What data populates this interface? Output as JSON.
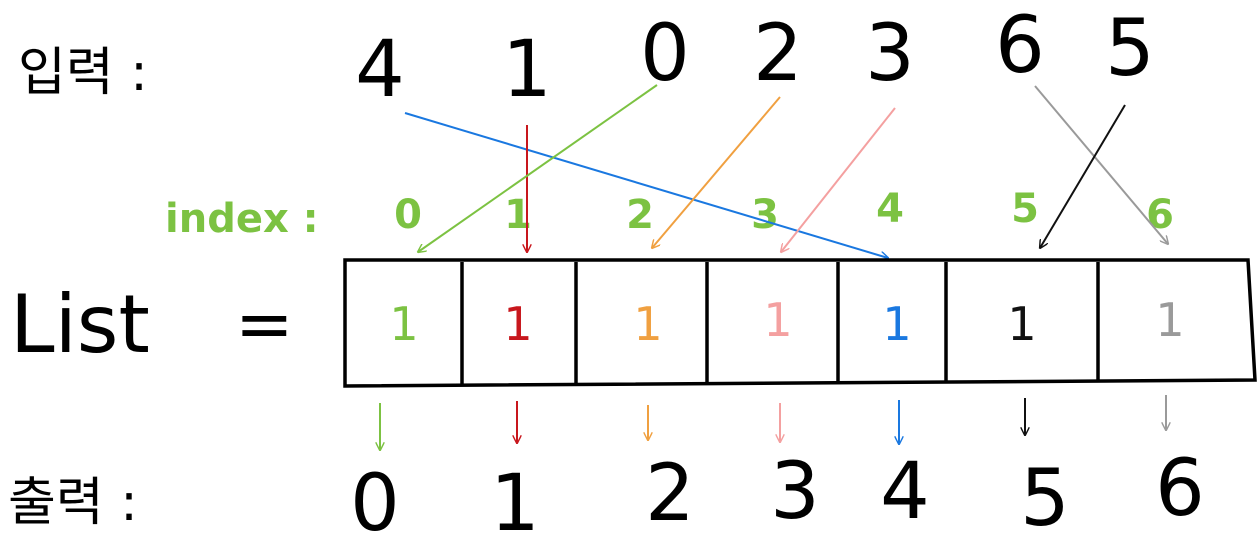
{
  "labels": {
    "input": "입력 :",
    "index": "index :",
    "list": "List",
    "equals": "=",
    "output": "출력 :"
  },
  "input_values": [
    "4",
    "1",
    "0",
    "2",
    "3",
    "6",
    "5"
  ],
  "indices": [
    "0",
    "1",
    "2",
    "3",
    "4",
    "5",
    "6"
  ],
  "cells": [
    {
      "value": "1",
      "color": "#7cc242"
    },
    {
      "value": "1",
      "color": "#c8171d"
    },
    {
      "value": "1",
      "color": "#f0a040"
    },
    {
      "value": "1",
      "color": "#f4a0a0"
    },
    {
      "value": "1",
      "color": "#1a78e0"
    },
    {
      "value": "1",
      "color": "#111111"
    },
    {
      "value": "1",
      "color": "#9a9a9a"
    }
  ],
  "output_values": [
    "0",
    "1",
    "2",
    "3",
    "4",
    "5",
    "6"
  ],
  "colors": {
    "index_label": "#7cc242",
    "ink": "#000000"
  }
}
